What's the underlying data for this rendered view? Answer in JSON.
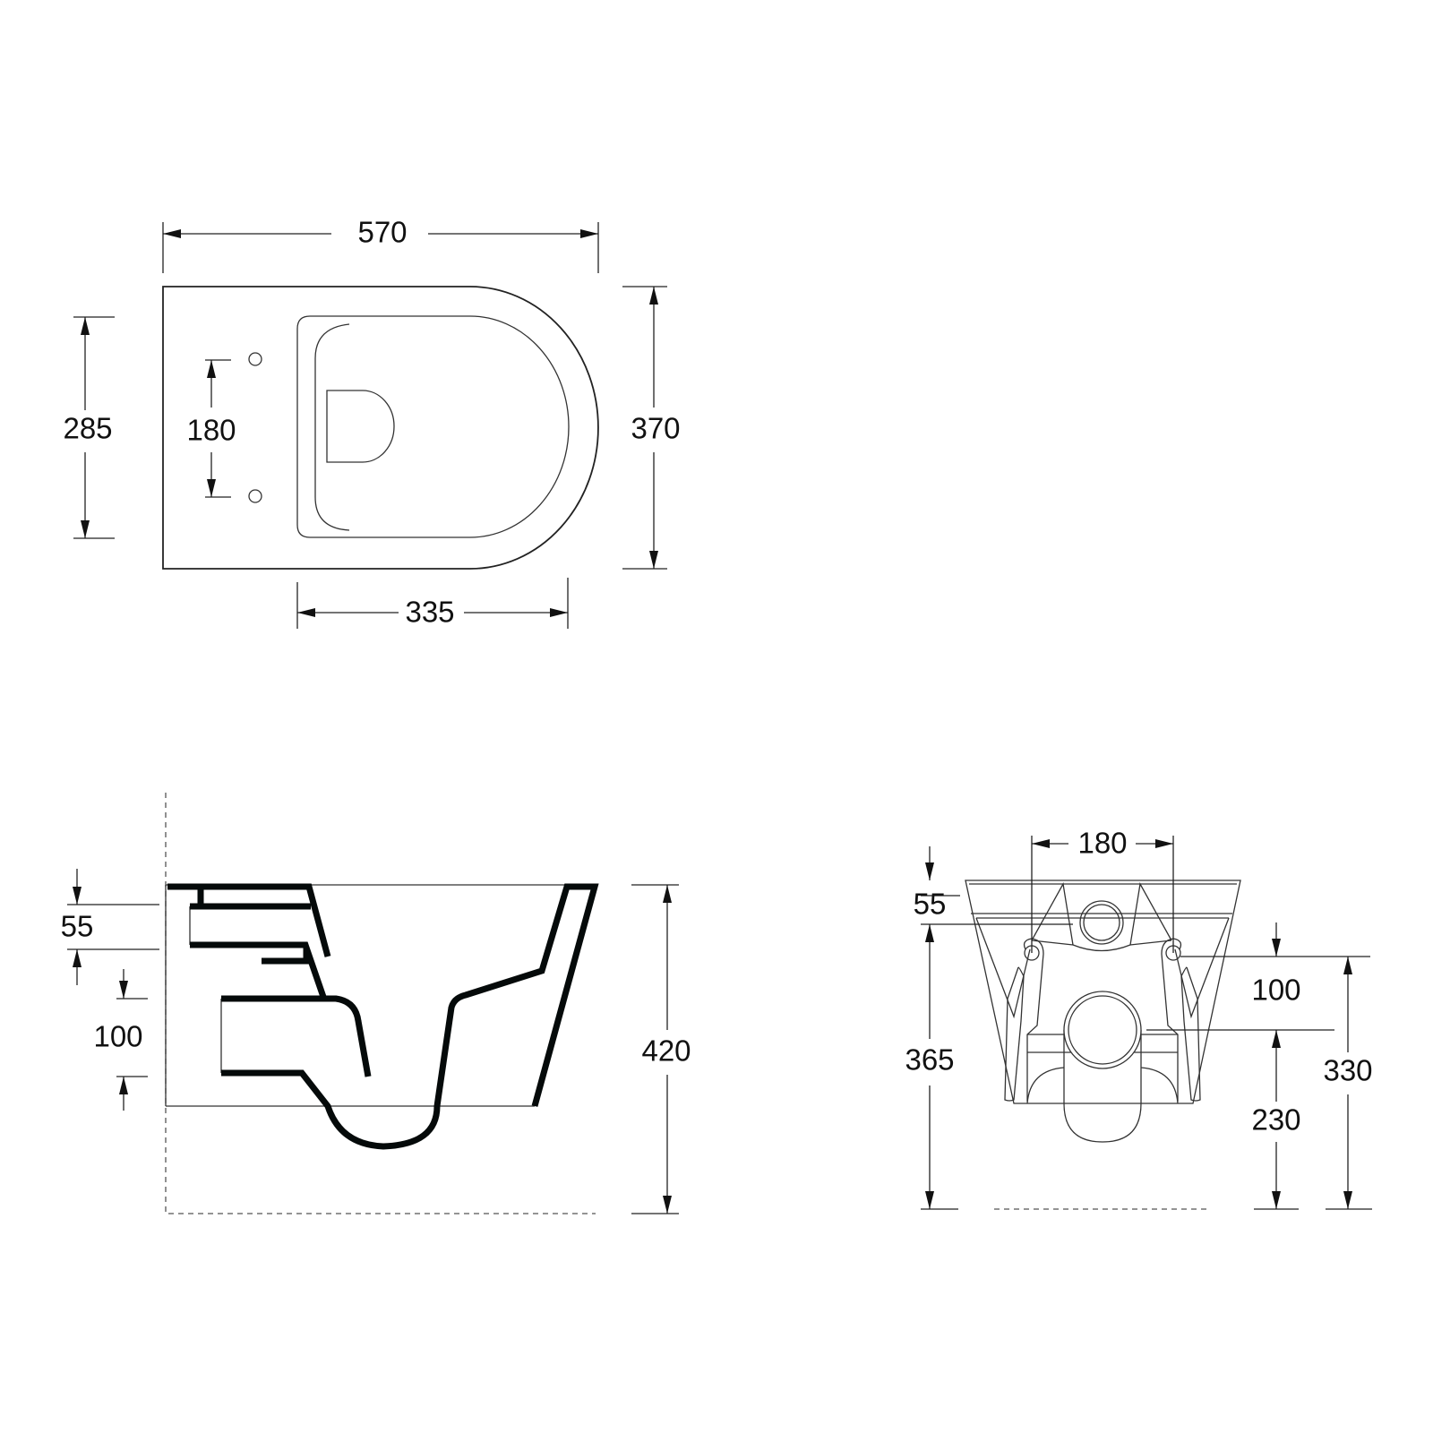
{
  "top_view": {
    "dims": {
      "length": "570",
      "width": "370",
      "seat_width": "285",
      "hole_spacing": "180",
      "bowl_length": "335"
    }
  },
  "side_view": {
    "dims": {
      "top_to_inlet": "55",
      "outlet_height": "100",
      "total_height": "420"
    }
  },
  "front_view": {
    "dims": {
      "hole_spacing": "180",
      "top_to_inlet": "55",
      "inlet_height": "365",
      "hole_to_outlet": "100",
      "outlet_height": "230",
      "hole_height": "330"
    }
  },
  "colors": {
    "line": "#050a0a",
    "background": "#ffffff"
  }
}
